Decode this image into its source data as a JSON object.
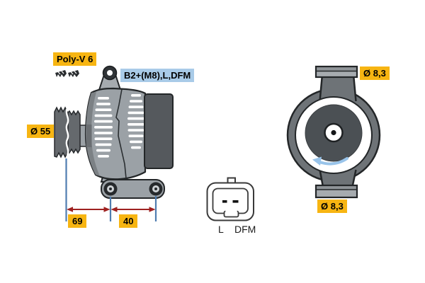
{
  "diagram": {
    "side_view": {
      "belt_type_label": "Poly-V 6",
      "terminals_label": "B2+(M8),L,DFM",
      "pulley_diameter_label": "Ø 55",
      "mount_spacing_left_mm": "69",
      "mount_spacing_right_mm": "40"
    },
    "connector": {
      "pin_left_label": "L",
      "pin_right_label": "DFM"
    },
    "rear_view": {
      "top_hole_diameter_label": "Ø 8,3",
      "bottom_hole_diameter_label": "Ø 8,3"
    },
    "colors": {
      "label_yellow": "#F7B512",
      "label_blue": "#A9CBE8",
      "dimension_red": "#9E2120",
      "extension_blue": "#4F7DB0",
      "rotation_arrow_blue": "#99C4EA"
    }
  }
}
